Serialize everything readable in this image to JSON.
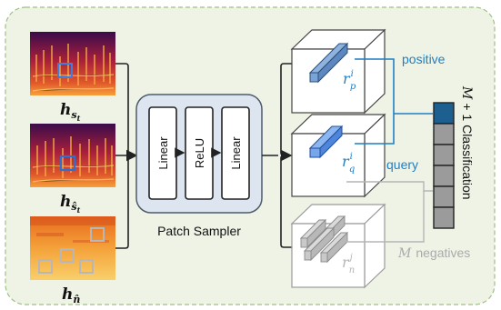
{
  "colors": {
    "panel_bg": "#eef3e6",
    "panel_border": "#9fbf86",
    "sampler_bg": "#dde5f0",
    "sampler_border": "#4f5b6b",
    "positive_blue": "#1f7fc4",
    "highlight_blue": "#2f6fcf",
    "negative_gray": "#aaaaaa",
    "dark_bar_cell": "#1d5f8f",
    "bar_cell_gray": "#9b9b9b"
  },
  "inputs": {
    "label_1": {
      "main": "h",
      "sub": "s",
      "subsub": "t"
    },
    "label_2": {
      "main": "h",
      "sub": "ŝ",
      "subsub": "t"
    },
    "label_3": {
      "main": "h",
      "sub": "n̂"
    }
  },
  "patch_sampler": {
    "title": "Patch Sampler",
    "layers": [
      "Linear",
      "ReLU",
      "Linear"
    ]
  },
  "cubes": {
    "positive_label": {
      "main": "r",
      "sup": "i",
      "sub": "p"
    },
    "query_label": {
      "main": "r",
      "sup": "i",
      "sub": "q"
    },
    "negative_label": {
      "main": "r",
      "sup": "j",
      "sub": "n"
    }
  },
  "annotations": {
    "positive": "positive",
    "query": "query",
    "negatives_var": "M",
    "negatives_text": "negatives"
  },
  "classifier": {
    "label_var": "M",
    "label_text": "+ 1  Classification",
    "cells": 6,
    "highlight_index": 0
  }
}
